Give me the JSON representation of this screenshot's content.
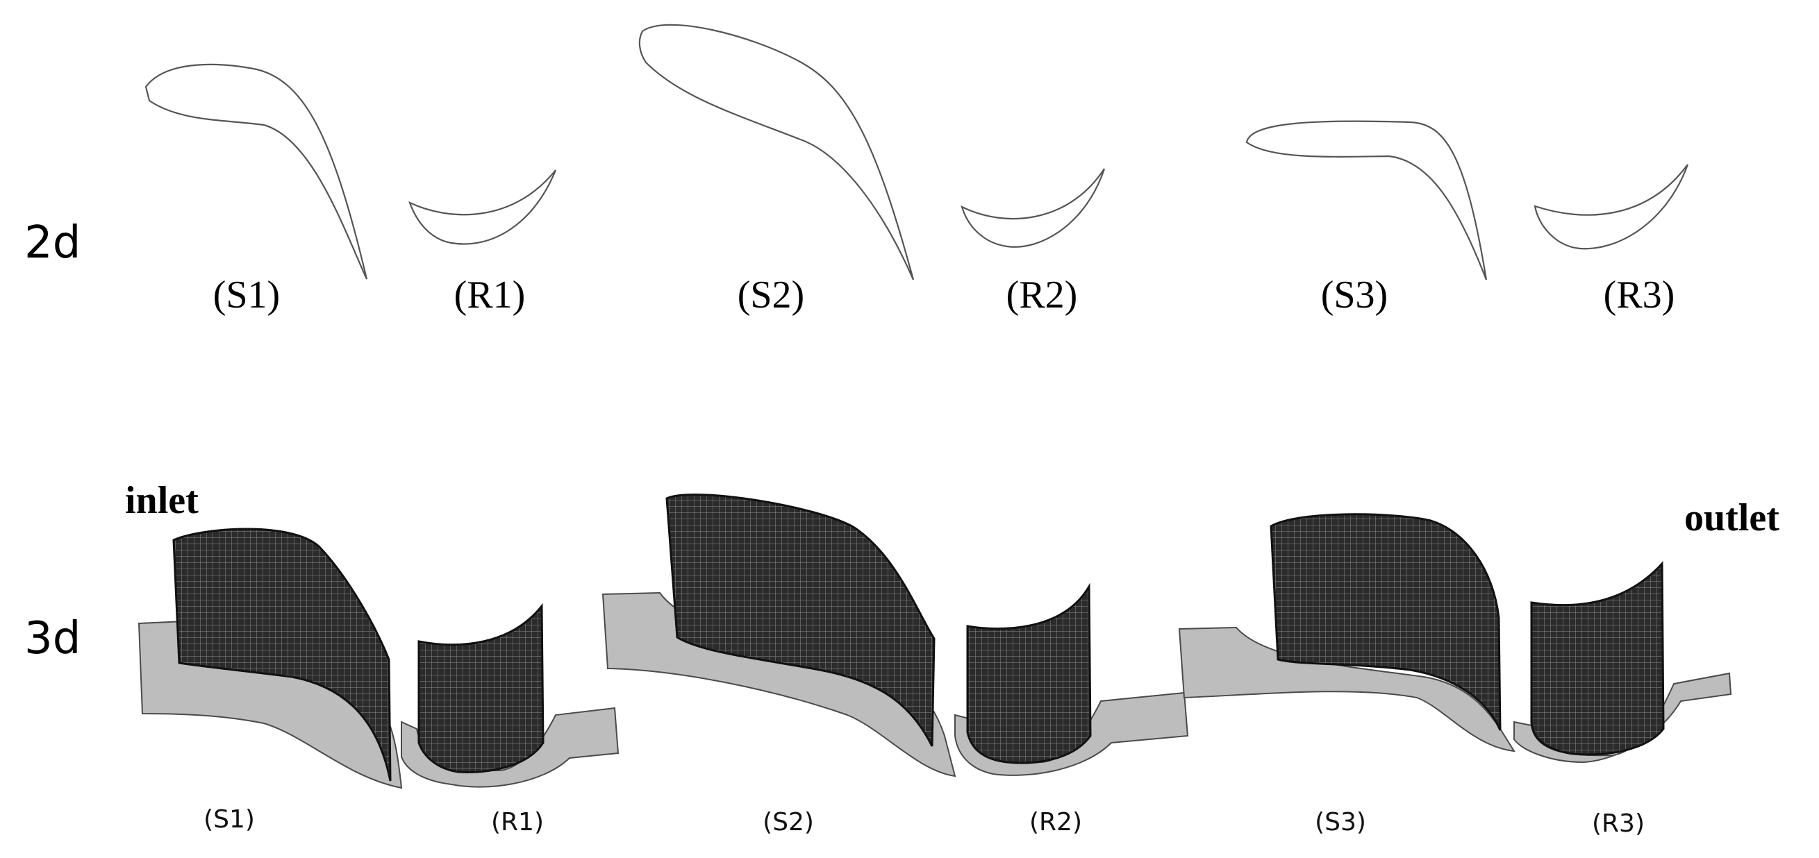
{
  "rows": {
    "two_d": "2d",
    "three_d": "3d"
  },
  "labels_2d": [
    "(S1)",
    "(R1)",
    "(S2)",
    "(R2)",
    "(S3)",
    "(R3)"
  ],
  "labels_3d": [
    "(S1)",
    "(R1)",
    "(S2)",
    "(R2)",
    "(S3)",
    "(R3)"
  ],
  "flow": {
    "inlet": "inlet",
    "outlet": "outlet"
  },
  "colors": {
    "outline": "#555555",
    "hub": "#bdbdbd",
    "hub_edge": "#4a4a4a",
    "mesh_dark": "#2a2a2a",
    "mesh_line": "#8a8a8a"
  }
}
